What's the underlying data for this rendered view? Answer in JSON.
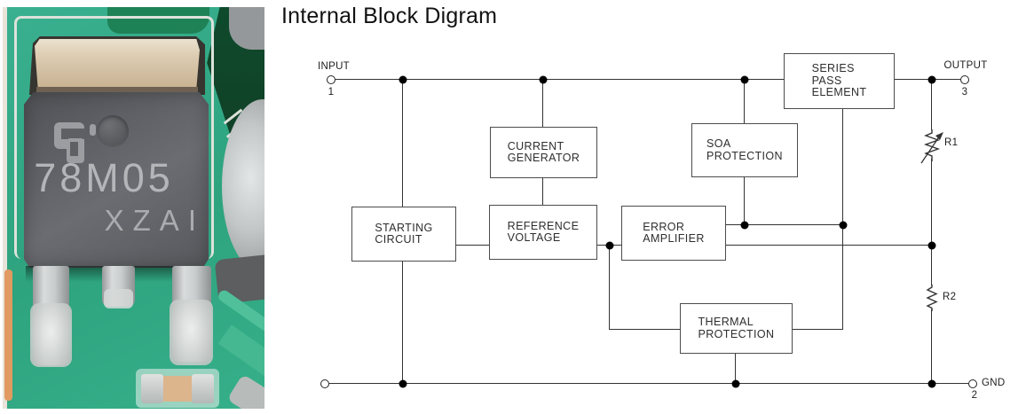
{
  "title": "Internal Block Digram",
  "photo": {
    "marking_line1": "78M05",
    "marking_line2": "XZAI",
    "colors": {
      "pcb_green": "#31a983",
      "chip_body_gray": "#606266",
      "tab_tan": "#cdbb9f",
      "lead_silver": "#ccd0d0",
      "marking_gray": "#b3b5b8"
    }
  },
  "diagram": {
    "line_color": "#333333",
    "terminals": {
      "input": {
        "label": "INPUT",
        "pin": "1"
      },
      "output": {
        "label": "OUTPUT",
        "pin": "3"
      },
      "gnd": {
        "label": "GND",
        "pin": "2"
      }
    },
    "blocks": {
      "series_pass": {
        "label": "SERIES\nPASS\nELEMENT"
      },
      "current_generator": {
        "label": "CURRENT\nGENERATOR"
      },
      "soa_protection": {
        "label": "SOA\nPROTECTION"
      },
      "starting_circuit": {
        "label": "STARTING\nCIRCUIT"
      },
      "reference_voltage": {
        "label": "REFERENCE\nVOLTAGE"
      },
      "error_amplifier": {
        "label": "ERROR\nAMPLIFIER"
      },
      "thermal_protection": {
        "label": "THERMAL\nPROTECTION"
      }
    },
    "resistors": {
      "r1": {
        "label": "R1",
        "adjustable": true
      },
      "r2": {
        "label": "R2",
        "adjustable": false
      }
    }
  }
}
